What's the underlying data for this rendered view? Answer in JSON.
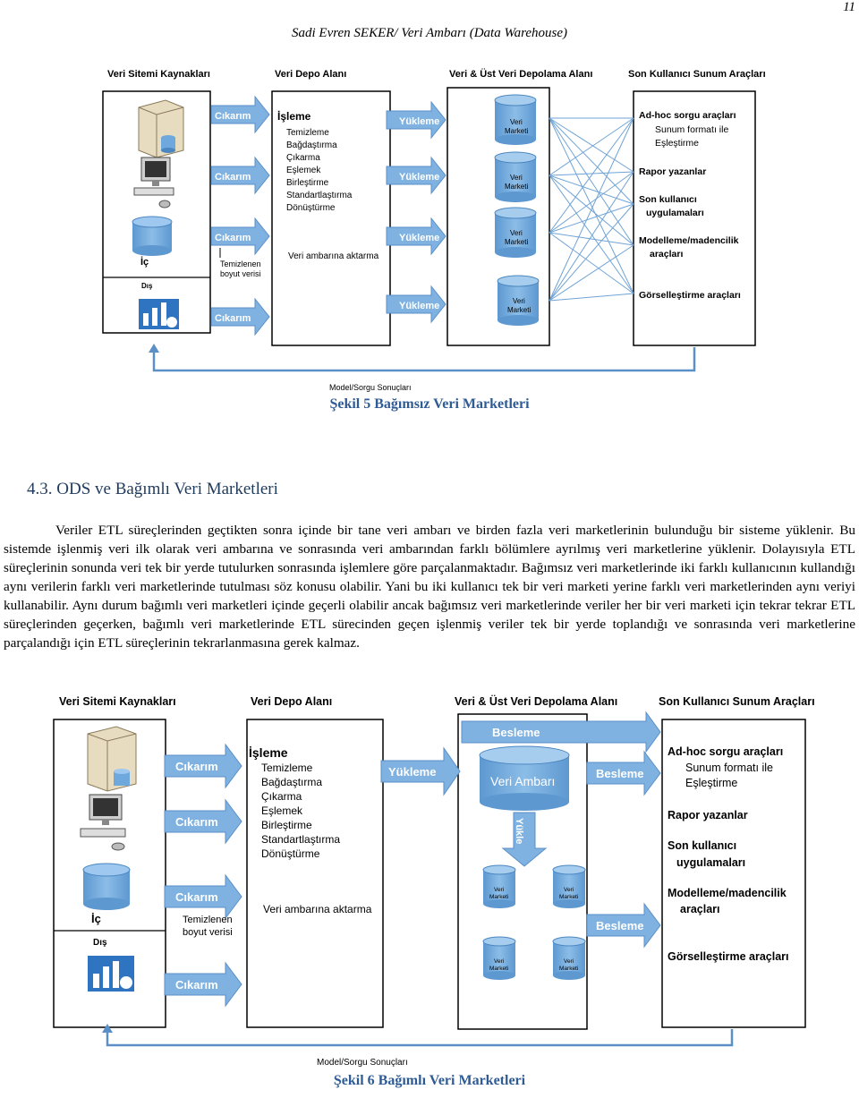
{
  "page": {
    "number": "11",
    "header": "Sadi Evren SEKER/ Veri Ambarı (Data Warehouse)"
  },
  "figure5": {
    "col_sources": "Veri Sitemi Kaynakları",
    "col_staging": "Veri Depo Alanı",
    "col_meta": "Veri & Üst Veri Depolama Alanı",
    "col_enduser": "Son Kullanıcı Sunum Araçları",
    "extract": "Cıkarım",
    "load": "Yükleme",
    "processing_title": "İşleme",
    "processing_steps": [
      "Temizleme",
      "Bağdaştırma",
      "Çıkarma",
      "Eşlemek",
      "Birleştirme",
      "Standartlaştırma",
      "Dönüştürme"
    ],
    "load_to_dw": "Veri ambarına aktarma",
    "internal": "İç",
    "external": "Dış",
    "cleaned_dim": [
      "Temizlenen",
      "boyut verisi"
    ],
    "mart": [
      "Veri",
      "Marketi"
    ],
    "tools": {
      "adhoc": "Ad-hoc sorgu araçları",
      "adhoc_sub": [
        "Sunum formatı ile",
        "Eşleştirme"
      ],
      "report": "Rapor yazanlar",
      "apps": [
        "Son kullanıcı",
        "uygulamaları"
      ],
      "mining": [
        "Modelleme/madencilik",
        "araçları"
      ],
      "viz": "Görselleştirme araçları"
    },
    "feedback": "Model/Sorgu Sonuçları",
    "caption": "Şekil 5 Bağımsız Veri Marketleri"
  },
  "section": {
    "title": "4.3. ODS ve Bağımlı Veri Marketleri"
  },
  "paragraph": "Veriler ETL süreçlerinden geçtikten sonra içinde bir tane veri ambarı ve birden fazla veri marketlerinin bulunduğu bir sisteme yüklenir. Bu sistemde işlenmiş veri ilk olarak veri ambarına ve sonrasında veri ambarından farklı bölümlere ayrılmış veri marketlerine yüklenir. Dolayısıyla ETL süreçlerinin sonunda veri tek bir yerde tutulurken sonrasında işlemlere göre parçalanmaktadır. Bağımsız veri marketlerinde iki farklı kullanıcının kullandığı aynı verilerin farklı veri marketlerinde tutulması söz konusu olabilir. Yani bu iki kullanıcı tek bir veri marketi yerine farklı veri marketlerinden aynı veriyi kullanabilir. Aynı durum bağımlı veri marketleri içinde geçerli olabilir ancak bağımsız veri marketlerinde veriler her bir veri marketi için tekrar tekrar ETL süreçlerinden geçerken, bağımlı veri marketlerinde ETL sürecinden geçen işlenmiş veriler tek bir yerde toplandığı ve sonrasında veri marketlerine parçalandığı için ETL süreçlerinin tekrarlanmasına gerek kalmaz.",
  "figure6": {
    "col_sources": "Veri Sitemi Kaynakları",
    "col_staging": "Veri Depo Alanı",
    "col_meta": "Veri & Üst Veri Depolama Alanı",
    "col_enduser": "Son Kullanıcı Sunum Araçları",
    "extract": "Cıkarım",
    "load": "Yükleme",
    "feed": "Besleme",
    "processing_title": "İşleme",
    "processing_steps": [
      "Temizleme",
      "Bağdaştırma",
      "Çıkarma",
      "Eşlemek",
      "Birleştirme",
      "Standartlaştırma",
      "Dönüştürme"
    ],
    "load_to_dw": "Veri ambarına aktarma",
    "internal": "İç",
    "external": "Dış",
    "cleaned_dim": [
      "Temizlenen",
      "boyut verisi"
    ],
    "warehouse": "Veri Ambarı",
    "load_vertical": "Yükle",
    "mart": [
      "Veri",
      "Marketi"
    ],
    "tools": {
      "adhoc": "Ad-hoc sorgu araçları",
      "adhoc_sub": [
        "Sunum formatı ile",
        "Eşleştirme"
      ],
      "report": "Rapor yazanlar",
      "apps": [
        "Son kullanıcı",
        "uygulamaları"
      ],
      "mining": [
        "Modelleme/madencilik",
        "araçları"
      ],
      "viz": "Görselleştirme araçları"
    },
    "feedback": "Model/Sorgu Sonuçları",
    "caption": "Şekil 6 Bağımlı Veri Marketleri"
  },
  "colors": {
    "arrow_fill": "#7fb2e0",
    "arrow_stroke": "#5b8fc7",
    "cylinder": "#6fa8dc",
    "caption": "#2e5b94"
  }
}
